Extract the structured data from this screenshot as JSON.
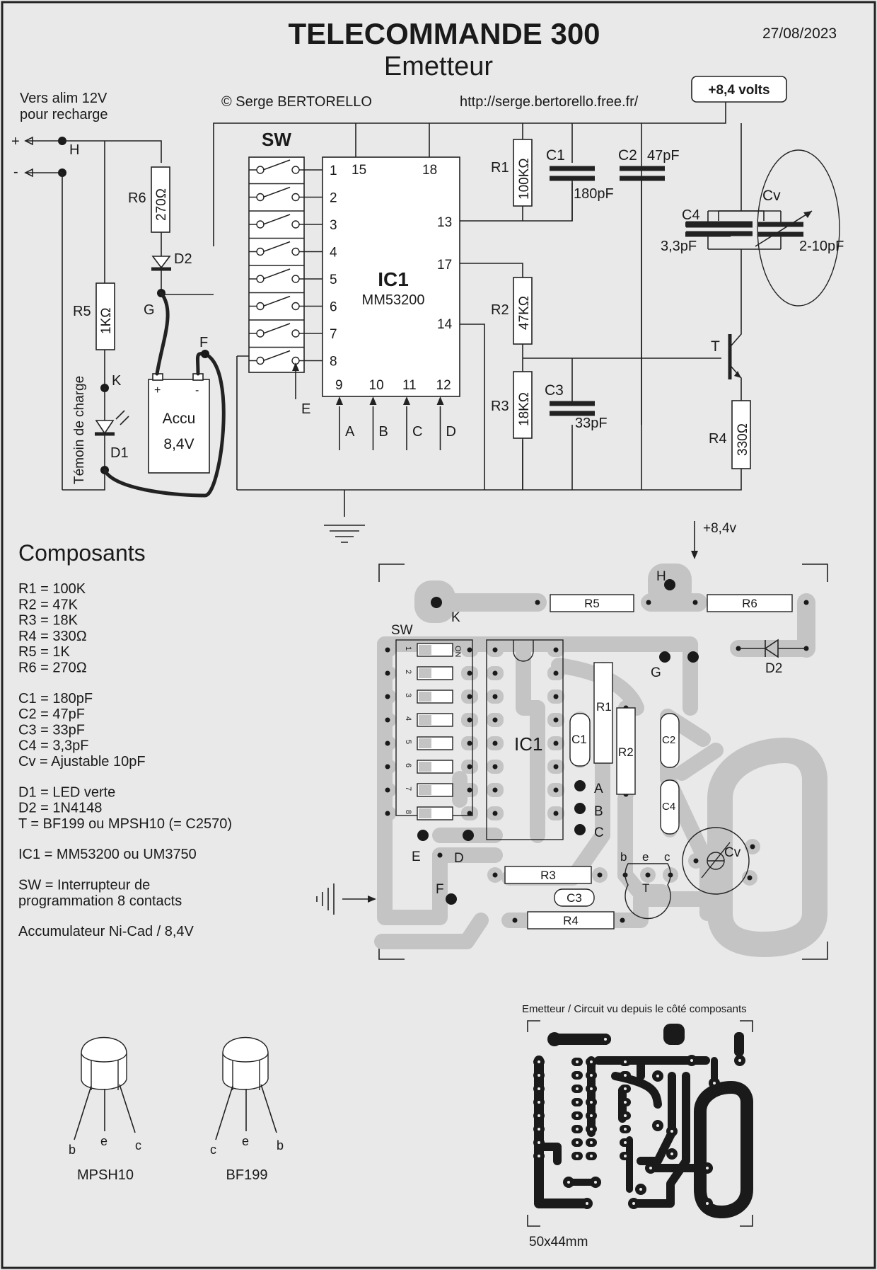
{
  "header": {
    "title": "TELECOMMANDE 300",
    "subtitle": "Emetteur",
    "date": "27/08/2023",
    "copyright": "© Serge BERTORELLO",
    "url": "http://serge.bertorello.free.fr/"
  },
  "schematic": {
    "supply": "+8,4 volts",
    "charge_note_line1": "Vers alim 12V",
    "charge_note_line2": "pour recharge",
    "plus": "+",
    "minus": "-",
    "sw_label": "SW",
    "ic_name": "IC1",
    "ic_part": "MM53200",
    "ic_pins_left": [
      "1",
      "2",
      "3",
      "4",
      "5",
      "6",
      "7",
      "8"
    ],
    "ic_pins_bottom": [
      "9",
      "10",
      "11",
      "12"
    ],
    "ic_pins_top": [
      "15",
      "18"
    ],
    "ic_pins_right": [
      "13",
      "17",
      "14"
    ],
    "inputs": [
      "A",
      "B",
      "C",
      "D"
    ],
    "input_e": "E",
    "nodes": {
      "H": "H",
      "G": "G",
      "F": "F",
      "K": "K",
      "T": "T"
    },
    "R1": "R1",
    "R1v": "100KΩ",
    "R2": "R2",
    "R2v": "47KΩ",
    "R3": "R3",
    "R3v": "18KΩ",
    "R4": "R4",
    "R4v": "330Ω",
    "R5": "R5",
    "R5v": "1KΩ",
    "R6": "R6",
    "R6v": "270Ω",
    "C1": "C1",
    "C1v": "180pF",
    "C2": "C2",
    "C2v": "47pF",
    "C3": "C3",
    "C3v": "33pF",
    "C4": "C4",
    "C4v": "3,3pF",
    "Cv": "Cv",
    "Cvv": "2-10pF",
    "D1": "D1",
    "D2": "D2",
    "accu_line1": "Accu",
    "accu_line2": "8,4V",
    "led_label": "Témoin de charge"
  },
  "components": {
    "title": "Composants",
    "groups": [
      [
        "R1 = 100K",
        "R2 = 47K",
        "R3 = 18K",
        "R4 = 330Ω",
        "R5 = 1K",
        "R6 = 270Ω"
      ],
      [
        "C1 = 180pF",
        "C2 = 47pF",
        "C3 = 33pF",
        "C4 = 3,3pF",
        "Cv = Ajustable 10pF"
      ],
      [
        "D1 = LED verte",
        "D2 = 1N4148",
        "T = BF199 ou MPSH10 (= C2570)"
      ],
      [
        "IC1 = MM53200 ou UM3750"
      ],
      [
        "SW = Interrupteur de",
        "programmation 8 contacts"
      ],
      [
        "Accumulateur Ni-Cad / 8,4V"
      ]
    ]
  },
  "layout_pcb": {
    "supply": "+8,4v",
    "labels": {
      "H": "H",
      "K": "K",
      "SW": "SW",
      "G": "G",
      "D2": "D2",
      "R5": "R5",
      "R6": "R6",
      "R1": "R1",
      "R2": "R2",
      "C1": "C1",
      "C2": "C2",
      "C4": "C4",
      "IC1": "IC1",
      "A": "A",
      "B": "B",
      "C": "C",
      "E": "E",
      "D": "D",
      "F": "F",
      "R3": "R3",
      "C3": "C3",
      "R4": "R4",
      "T": "T",
      "Cv": "Cv",
      "b": "b",
      "e": "e",
      "c": "c",
      "on": "ON"
    },
    "sw_numbers": [
      "1",
      "2",
      "3",
      "4",
      "5",
      "6",
      "7",
      "8"
    ]
  },
  "pinouts": [
    {
      "name": "MPSH10",
      "pins": [
        "b",
        "e",
        "c"
      ]
    },
    {
      "name": "BF199",
      "pins": [
        "c",
        "e",
        "b"
      ]
    }
  ],
  "copper": {
    "caption": "Emetteur / Circuit vu depuis le côté composants",
    "size": "50x44mm"
  }
}
